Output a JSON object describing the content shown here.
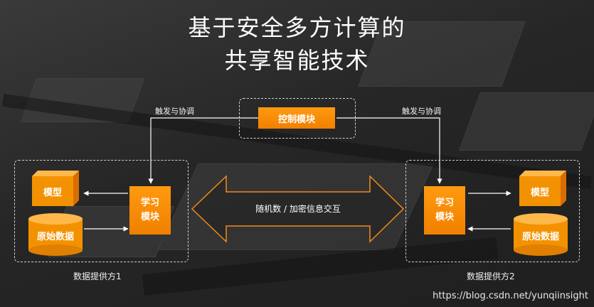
{
  "title": {
    "line1": "基于安全多方计算的",
    "line2": "共享智能技术"
  },
  "control_module": "控制模块",
  "trigger_label_left": "触发与协调",
  "trigger_label_right": "触发与协调",
  "exchange_label": "随机数 / 加密信息交互",
  "party1": {
    "learning_module": "学习\n模块",
    "model": "模型",
    "raw_data": "原始数据",
    "caption": "数据提供方1"
  },
  "party2": {
    "learning_module": "学习\n模块",
    "model": "模型",
    "raw_data": "原始数据",
    "caption": "数据提供方2"
  },
  "watermark": "https://blog.csdn.net/yunqiinsight",
  "colors": {
    "accent": "#f39200",
    "background": "#2a2a2a",
    "line": "#ffffff"
  }
}
